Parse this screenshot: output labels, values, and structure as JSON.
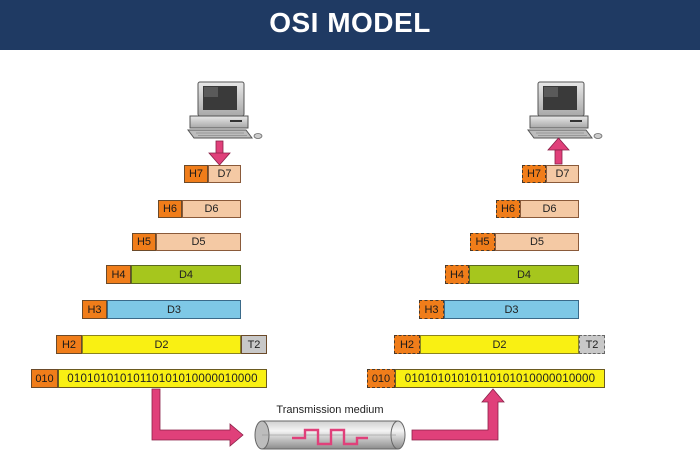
{
  "title": "OSI MODEL",
  "sender": {
    "layers": [
      {
        "h": "H7",
        "d": "D7"
      },
      {
        "h": "H6",
        "d": "D6"
      },
      {
        "h": "H5",
        "d": "D5"
      },
      {
        "h": "H4",
        "d": "D4"
      },
      {
        "h": "H3",
        "d": "D3"
      },
      {
        "h": "H2",
        "d": "D2",
        "t": "T2"
      }
    ],
    "physical": {
      "h": "010",
      "bits": "01010101010110101010000010000"
    }
  },
  "receiver": {
    "layers": [
      {
        "h": "H7",
        "d": "D7"
      },
      {
        "h": "H6",
        "d": "D6"
      },
      {
        "h": "H5",
        "d": "D5"
      },
      {
        "h": "H4",
        "d": "D4"
      },
      {
        "h": "H3",
        "d": "D3"
      },
      {
        "h": "H2",
        "d": "D2",
        "t": "T2"
      }
    ],
    "physical": {
      "h": "010",
      "bits": "01010101010110101010000010000"
    }
  },
  "medium_label": "Transmission medium",
  "colors": {
    "banner": "#1f3a63",
    "header": "#f07d1a",
    "d7_d5": "#f4c9a4",
    "d4": "#a6c61d",
    "d3": "#7ec8e6",
    "d2": "#f9f013",
    "trailer": "#c8c8c8",
    "arrow": "#e0407a"
  },
  "icons": [
    "computer-icon",
    "computer-icon",
    "transmission-cable-icon"
  ]
}
